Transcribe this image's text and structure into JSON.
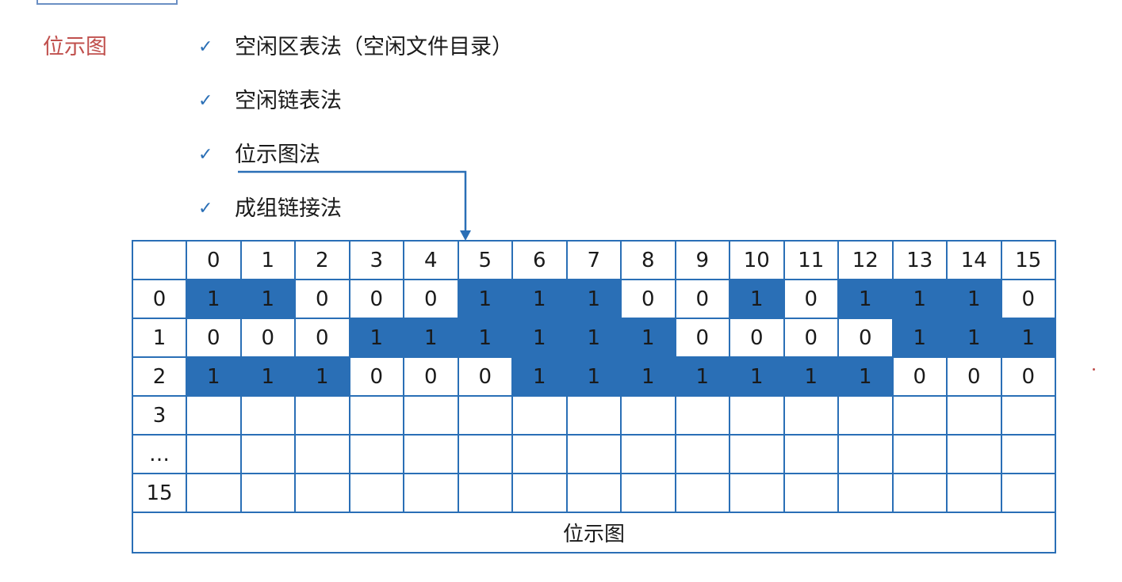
{
  "section_title": "位示图",
  "methods": [
    {
      "label": "空闲区表法（空闲文件目录）",
      "icon": "check-icon"
    },
    {
      "label": "空闲链表法",
      "icon": "check-icon"
    },
    {
      "label": "位示图法",
      "icon": "check-icon"
    },
    {
      "label": "成组链接法",
      "icon": "check-icon"
    }
  ],
  "bitmap": {
    "column_headers": [
      "0",
      "1",
      "2",
      "3",
      "4",
      "5",
      "6",
      "7",
      "8",
      "9",
      "10",
      "11",
      "12",
      "13",
      "14",
      "15"
    ],
    "row_headers": [
      "0",
      "1",
      "2",
      "3",
      "…",
      "15"
    ],
    "rows": [
      [
        "1",
        "1",
        "0",
        "0",
        "0",
        "1",
        "1",
        "1",
        "0",
        "0",
        "1",
        "0",
        "1",
        "1",
        "1",
        "0"
      ],
      [
        "0",
        "0",
        "0",
        "1",
        "1",
        "1",
        "1",
        "1",
        "1",
        "0",
        "0",
        "0",
        "0",
        "1",
        "1",
        "1"
      ],
      [
        "1",
        "1",
        "1",
        "0",
        "0",
        "0",
        "1",
        "1",
        "1",
        "1",
        "1",
        "1",
        "1",
        "0",
        "0",
        "0"
      ],
      [
        "",
        "",
        "",
        "",
        "",
        "",
        "",
        "",
        "",
        "",
        "",
        "",
        "",
        "",
        "",
        ""
      ],
      [
        "",
        "",
        "",
        "",
        "",
        "",
        "",
        "",
        "",
        "",
        "",
        "",
        "",
        "",
        "",
        ""
      ],
      [
        "",
        "",
        "",
        "",
        "",
        "",
        "",
        "",
        "",
        "",
        "",
        "",
        "",
        "",
        "",
        ""
      ]
    ],
    "caption": "位示图"
  },
  "colors": {
    "accent_blue": "#2a6fb6",
    "title_red": "#c0504d"
  }
}
